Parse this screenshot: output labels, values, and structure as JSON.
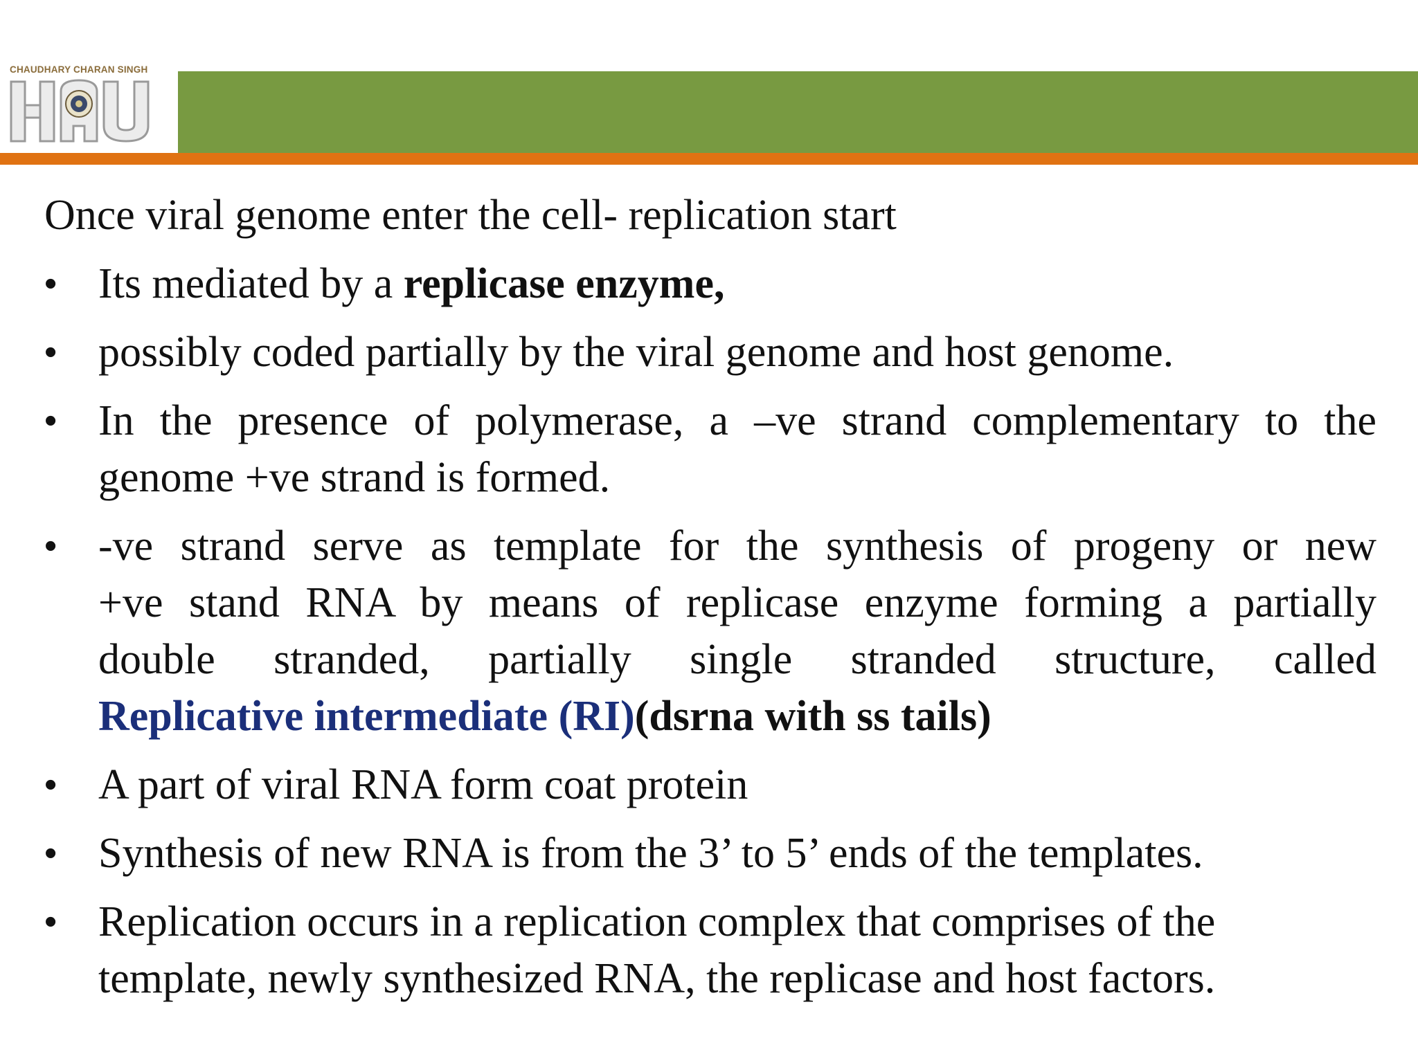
{
  "header": {
    "logo_caption": "CHAUDHARY CHARAN SINGH",
    "logo_letters": "HAU",
    "green_color": "#789a41",
    "orange_color": "#e07212"
  },
  "slide": {
    "intro": "Once viral genome enter the cell- replication start",
    "bullets": [
      {
        "prefix": "Its mediated by a ",
        "bold": "replicase enzyme,"
      },
      {
        "text": "possibly coded partially by the viral genome and host genome."
      },
      {
        "line1": "In the presence of polymerase, a –ve strand complementary to the",
        "line2": "genome +ve strand is formed."
      },
      {
        "line1": "-ve strand serve as template for the synthesis of progeny or new",
        "line2": "+ve stand RNA by means of replicase enzyme forming a partially",
        "line3": "double stranded, partially single stranded structure, called",
        "highlight": "Replicative intermediate (RI)",
        "bold_tail": "(dsrna with ss tails)"
      },
      {
        "text": "A part of viral RNA form coat protein"
      },
      {
        "text": "Synthesis of new RNA is from the 3’ to 5’ ends of the templates."
      },
      {
        "line1": "Replication occurs in a replication complex that comprises of the",
        "line2": "template, newly synthesized RNA, the replicase and host factors."
      }
    ],
    "bullet_symbol": "•",
    "highlight_color": "#1b2f7a"
  }
}
